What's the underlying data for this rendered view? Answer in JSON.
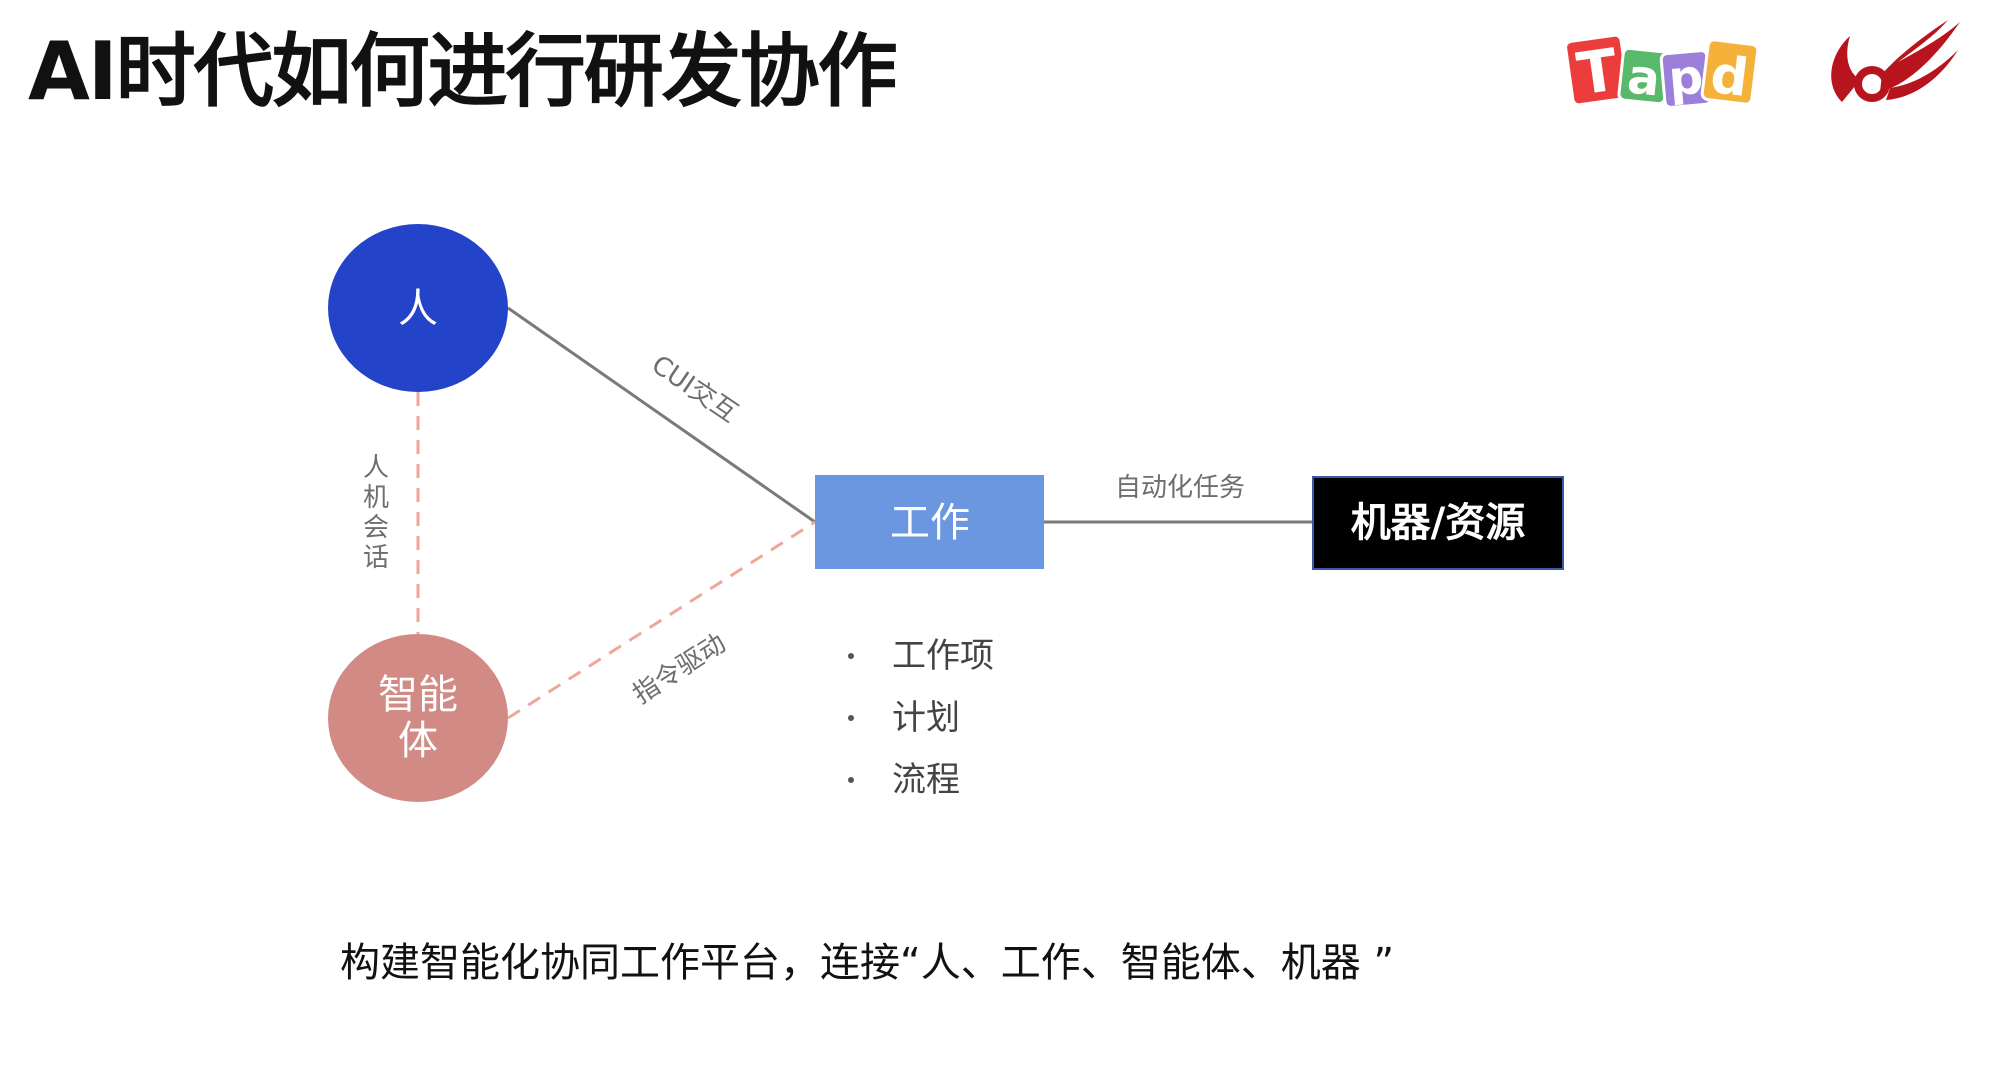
{
  "slide": {
    "title": "AI时代如何进行研发协作",
    "footer": "构建智能化协同工作平台，连接“人、工作、智能体、机器 ”"
  },
  "logos": {
    "tapd": {
      "letters": [
        "T",
        "a",
        "p",
        "d"
      ]
    },
    "flame_icon": "flame-ribbon-logo"
  },
  "diagram": {
    "nodes": {
      "person": {
        "label": "人"
      },
      "agent": {
        "label_line1": "智能",
        "label_line2": "体"
      },
      "work": {
        "label": "工作"
      },
      "machine": {
        "label": "机器/资源"
      }
    },
    "edges": {
      "person_work": {
        "label": "CUI交互"
      },
      "person_agent": {
        "label_chars": [
          "人",
          "机",
          "会",
          "话"
        ]
      },
      "agent_work": {
        "label": "指令驱动"
      },
      "work_machine": {
        "label": "自动化任务"
      }
    },
    "work_items": [
      "工作项",
      "计划",
      "流程"
    ]
  },
  "colors": {
    "person_fill": "#2344c9",
    "agent_fill": "#d18a84",
    "work_fill": "#6a97e0",
    "machine_fill": "#000000",
    "solid_edge": "#7a7a7a",
    "dashed_edge": "#f0a79b",
    "edge_label": "#6e6e6e",
    "tapd_t": "#ec3d3d",
    "tapd_a": "#58b96a",
    "tapd_p": "#9b7fd9",
    "tapd_d": "#f4b23a",
    "flame": "#b8141d"
  }
}
